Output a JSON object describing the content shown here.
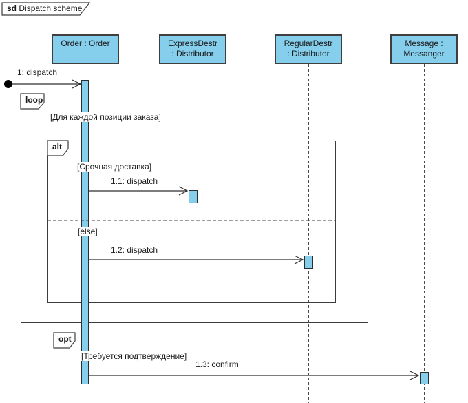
{
  "frame_label": {
    "keyword": "sd",
    "title": "Dispatch scheme"
  },
  "lifelines": [
    {
      "id": "order",
      "line1": "Order : Order",
      "line2": ""
    },
    {
      "id": "express",
      "line1": "ExpressDestr",
      "line2": ": Distributor"
    },
    {
      "id": "regular",
      "line1": "RegularDestr",
      "line2": ": Distributor"
    },
    {
      "id": "messanger",
      "line1": "Message :",
      "line2": "Messanger"
    }
  ],
  "messages": [
    {
      "label": "1: dispatch",
      "from": "found-message",
      "to": "order"
    },
    {
      "label": "1.1: dispatch",
      "from": "order",
      "to": "express"
    },
    {
      "label": "1.2: dispatch",
      "from": "order",
      "to": "regular"
    },
    {
      "label": "1.3: confirm",
      "from": "order",
      "to": "messanger"
    }
  ],
  "fragments": [
    {
      "operator": "loop",
      "guard": "[Для каждой позиции заказа]"
    },
    {
      "operator": "alt",
      "guards": [
        "[Срочная доставка]",
        "[else]"
      ]
    },
    {
      "operator": "opt",
      "guard": "[Требуется подтверждение]"
    }
  ],
  "colors": {
    "shape_fill": "#85ceec",
    "shape_border": "#3f3f3f",
    "frame_border": "#3c3c3c",
    "background": "#ffffff"
  }
}
